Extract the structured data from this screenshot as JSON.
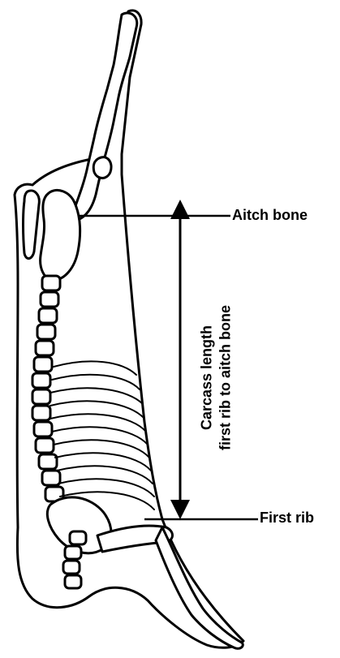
{
  "labels": {
    "aitch_bone": "Aitch bone",
    "first_rib": "First rib",
    "measure_line1": "Carcass length",
    "measure_line2": "first rib to aitch bone"
  }
}
